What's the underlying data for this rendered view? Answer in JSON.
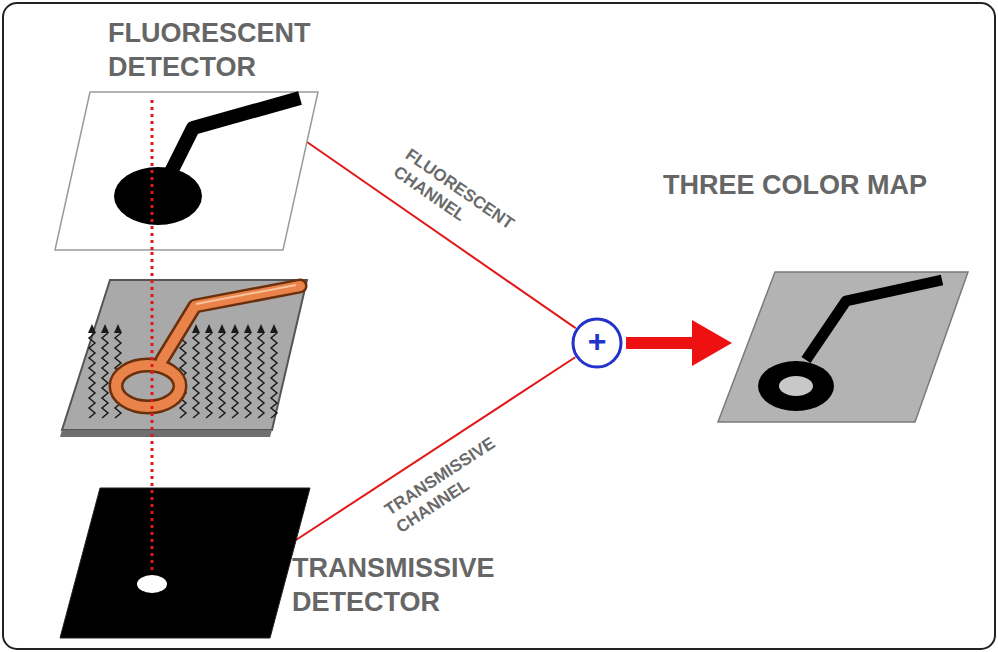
{
  "diagram": {
    "nodes": [
      {
        "text": [
          "FLUORESCENT DETECTOR"
        ]
      },
      {
        "text": [
          "TRANSMISSIVE DETECTOR"
        ]
      },
      {
        "text": [
          "+"
        ]
      },
      {
        "text": [
          "THREE COLOR MAP"
        ]
      }
    ],
    "edges": [
      {
        "from": 0,
        "to": 2,
        "label": "FLUORESCENT CHANNEL",
        "arrow": "none"
      },
      {
        "from": 1,
        "to": 2,
        "label": "TRANSMISSIVE CHANNEL",
        "arrow": "none"
      },
      {
        "from": 2,
        "to": 3,
        "arrow": "to"
      }
    ]
  }
}
